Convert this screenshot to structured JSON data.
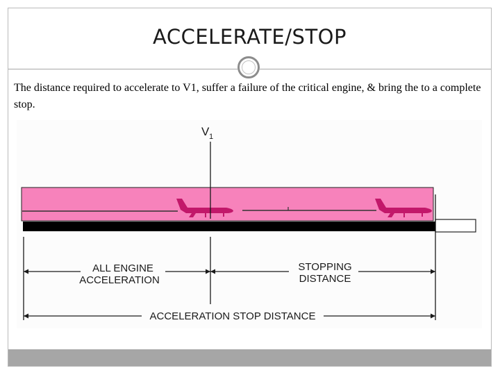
{
  "slide": {
    "title": "ACCELERATE/STOP",
    "description": "The distance required to accelerate to V1, suffer a failure of the critical engine, & bring the to a complete stop."
  },
  "diagram": {
    "v1_label": "V",
    "v1_subscript": "1",
    "acceleration_label_line1": "ALL ENGINE",
    "acceleration_label_line2": "ACCELERATION",
    "stopping_label_line1": "STOPPING",
    "stopping_label_line2": "DISTANCE",
    "total_label": "ACCELERATION STOP DISTANCE",
    "colors": {
      "highlight": "#f782bb",
      "runway": "#000000",
      "aircraft": "#c2186a",
      "lines": "#1a1a1a",
      "footer_bar": "#a6a6a6"
    }
  }
}
